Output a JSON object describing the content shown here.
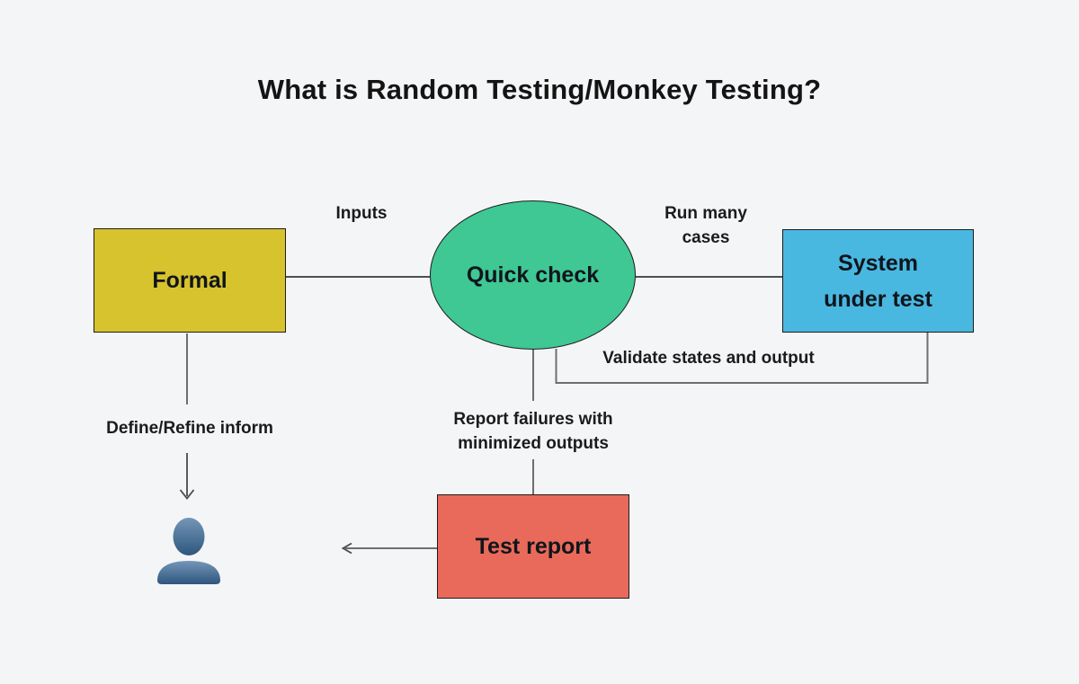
{
  "page": {
    "background": "#f4f5f7",
    "title": "What is Random Testing/Monkey Testing?"
  },
  "nodes": {
    "formal": {
      "label": "Formal",
      "shape": "rectangle",
      "fill": "#d7c32d"
    },
    "quick_check": {
      "label": "Quick check",
      "shape": "ellipse",
      "fill": "#3fc794"
    },
    "system_under_test": {
      "label": "System under test",
      "shape": "rectangle",
      "fill": "#49b8e0"
    },
    "test_report": {
      "label": "Test report",
      "shape": "rectangle",
      "fill": "#e96a5a"
    }
  },
  "edges": [
    {
      "from": "Formal",
      "to": "Quick check",
      "label": "Inputs"
    },
    {
      "from": "Quick check",
      "to": "System under test",
      "label": "Run many cases"
    },
    {
      "from": "System under test",
      "to": "Quick check",
      "label": "Validate states and output"
    },
    {
      "from": "Quick check",
      "to": "Test report",
      "label": "Report failures with minimized outputs"
    },
    {
      "from": "Formal",
      "to": "User",
      "label": "Define/Refine inform"
    },
    {
      "from": "Test report",
      "to": "",
      "label": ""
    }
  ],
  "icons": {
    "user": {
      "name": "user-silhouette-icon",
      "color_top": "#7496b8",
      "color_bottom": "#2e567d"
    }
  },
  "colors": {
    "line_dark": "#1a1a1a",
    "line_gray": "#6e6e6e",
    "node_border": "#1c1c1c",
    "text": "#1b1b1b"
  }
}
